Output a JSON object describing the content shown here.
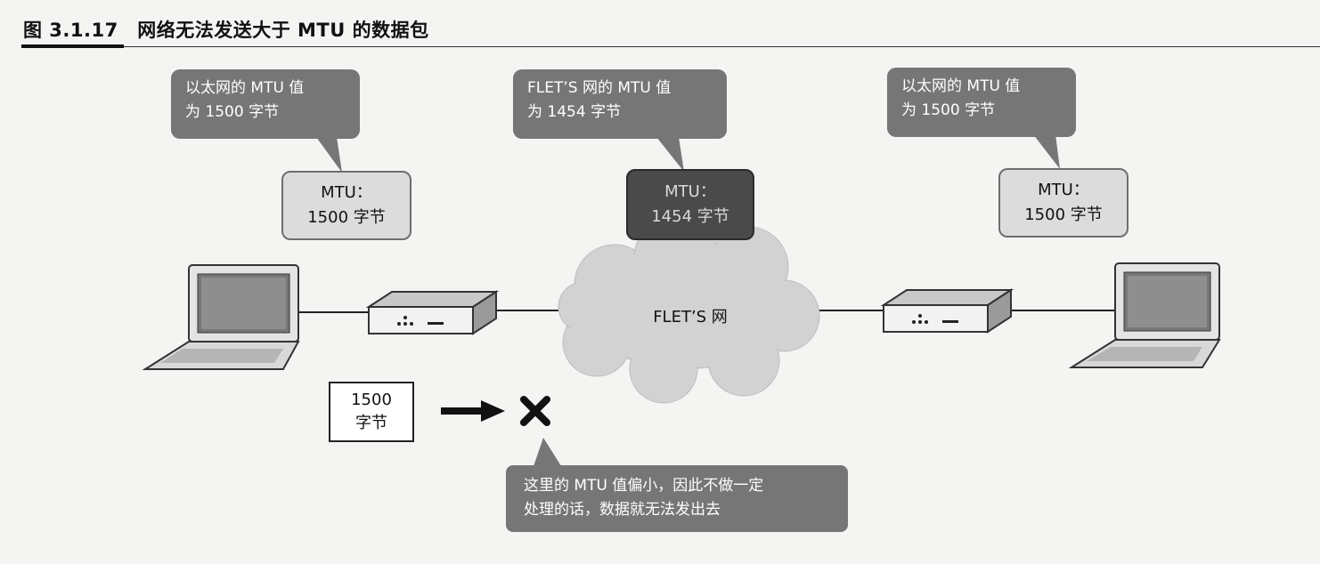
{
  "figure": {
    "title": "图 3.1.17　网络无法发送大于 MTU 的数据包"
  },
  "callouts": {
    "left": {
      "line1": "以太网的 MTU 值",
      "line2": "为 1500 字节"
    },
    "center": {
      "line1": "FLET’S 网的 MTU 值",
      "line2": "为 1454 字节"
    },
    "right": {
      "line1": "以太网的 MTU 值",
      "line2": "为 1500 字节"
    },
    "warning": {
      "line1": "这里的 MTU 值偏小，因此不做一定",
      "line2": "处理的话，数据就无法发出去"
    }
  },
  "mtu_boxes": {
    "left": {
      "line1": "MTU：",
      "line2": "1500 字节"
    },
    "center": {
      "line1": "MTU：",
      "line2": "1454 字节"
    },
    "right": {
      "line1": "MTU：",
      "line2": "1500 字节"
    }
  },
  "network": {
    "cloud_label": "FLET’S 网"
  },
  "packet": {
    "line1": "1500",
    "line2": "字节"
  },
  "colors": {
    "callout": "#767676",
    "mtu_light": "#dcdcdc",
    "mtu_dark": "#4a4a4a",
    "cloud": "#d2d2d2",
    "device": "#e6e6e6"
  },
  "icons": [
    "laptop-icon",
    "router-icon",
    "cloud-icon",
    "arrow-right-icon",
    "cross-icon"
  ]
}
